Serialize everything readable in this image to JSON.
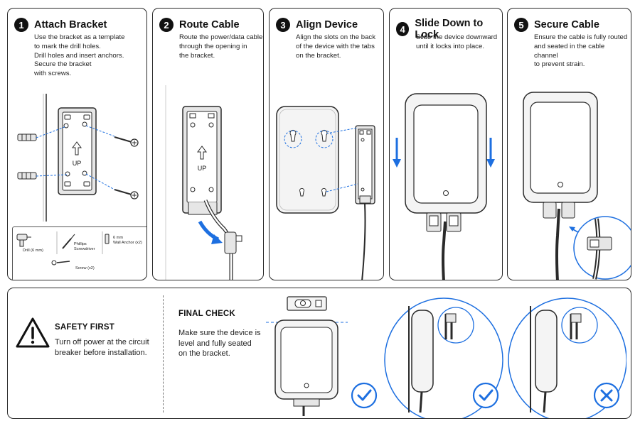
{
  "steps": [
    {
      "number": "1",
      "title": "Attach Bracket",
      "lines": [
        "Use the bracket as a template",
        "to mark the drill holes.",
        "Drill holes and insert anchors.",
        "Secure the bracket",
        "with screws."
      ],
      "marking": "UP"
    },
    {
      "number": "2",
      "title": "Route Cable",
      "lines": [
        "Route the power/data cable",
        "through the opening in",
        "the bracket."
      ],
      "marking": "UP"
    },
    {
      "number": "3",
      "title": "Align Device",
      "lines": [
        "Align the slots on the back",
        "of the device with the tabs",
        "on the bracket."
      ]
    },
    {
      "number": "4",
      "title": "Slide Down to Lock",
      "lines": [
        "Slide the device downward",
        "until it locks into place."
      ]
    },
    {
      "number": "5",
      "title": "Secure Cable",
      "lines": [
        "Ensure the cable is fully routed",
        "and seated in the cable channel",
        "to prevent strain."
      ]
    }
  ],
  "tools": {
    "drill": "Drill (6 mm)",
    "screwdriver": [
      "Phillips",
      "Screwdriver"
    ],
    "anchor": [
      "6 mm",
      "Wall Anchor (x2)"
    ],
    "screw": "Screw (x2)"
  },
  "safety": {
    "title": "SAFETY FIRST",
    "lines": [
      "Turn off power at the circuit",
      "breaker before installation."
    ]
  },
  "final_check": {
    "title": "FINAL CHECK",
    "lines": [
      "Make sure the device is",
      "level and fully seated",
      "on the bracket."
    ]
  },
  "colors": {
    "accent": "#1d6fe0",
    "line": "#2a2a2a",
    "device_fill": "#f4f4f4",
    "bracket_fill": "#e6e6e6"
  }
}
